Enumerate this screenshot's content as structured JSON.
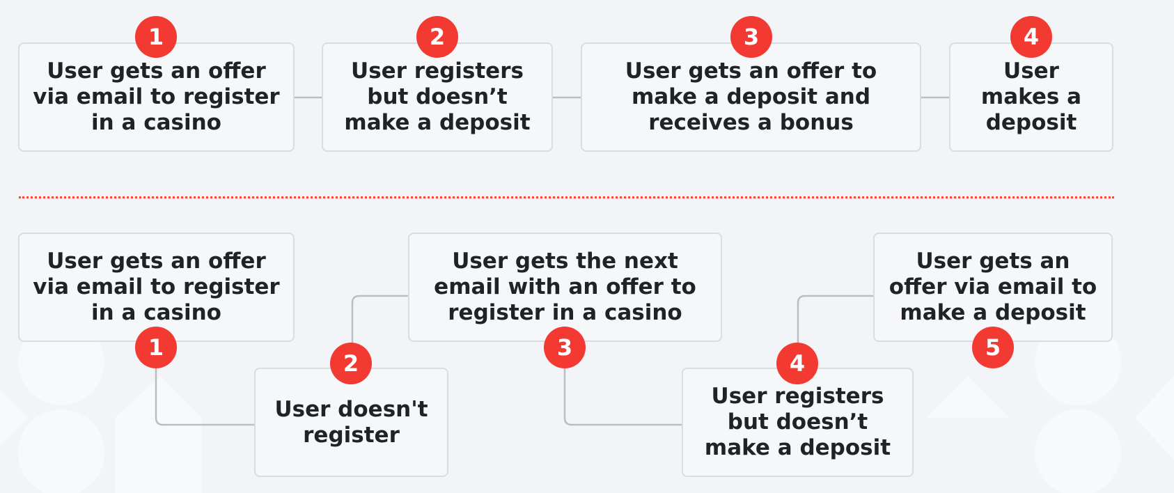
{
  "colors": {
    "background": "#f2f4f7",
    "box_fill": "#f6f7f9",
    "box_border": "#d9dce1",
    "badge": "#f23a32",
    "connector": "#b9bec5",
    "divider": "#f2473f"
  },
  "top_flow": {
    "steps": [
      {
        "number": "1",
        "text": "User gets an offer via email to register in a casino"
      },
      {
        "number": "2",
        "text": "User registers but doesn’t make a deposit"
      },
      {
        "number": "3",
        "text": "User gets an offer to make a deposit and receives a bonus"
      },
      {
        "number": "4",
        "text": "User makes a deposit"
      }
    ]
  },
  "bottom_flow": {
    "steps": [
      {
        "number": "1",
        "text": "User gets an offer via email to register in a casino"
      },
      {
        "number": "2",
        "text": "User doesn't register"
      },
      {
        "number": "3",
        "text": "User gets the next email with an offer to register in a casino"
      },
      {
        "number": "4",
        "text": "User registers but doesn’t make a deposit"
      },
      {
        "number": "5",
        "text": "User gets an offer via email to make a deposit"
      }
    ]
  }
}
